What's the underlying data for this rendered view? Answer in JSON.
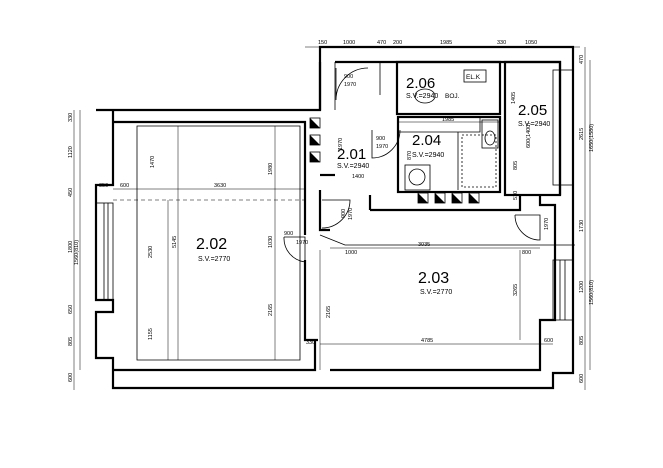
{
  "rooms": [
    {
      "id": "2.01",
      "label": "2.01",
      "height": "S.V.=2940"
    },
    {
      "id": "2.02",
      "label": "2.02",
      "height": "S.V.=2770"
    },
    {
      "id": "2.03",
      "label": "2.03",
      "height": "S.V.=2770"
    },
    {
      "id": "2.04",
      "label": "2.04",
      "height": "S.V.=2940"
    },
    {
      "id": "2.05",
      "label": "2.05",
      "height": "S.V.=2940"
    },
    {
      "id": "2.06",
      "label": "2.06",
      "height": "S.V.=2940"
    }
  ],
  "tags": {
    "elk": "EL.K",
    "boj": "BOJ."
  },
  "dims_top": [
    "150",
    "1000",
    "470",
    "200",
    "1985",
    "330",
    "1050"
  ],
  "dims_left": [
    "330",
    "1120",
    "450",
    "1800",
    "1560(810)",
    "650",
    "805",
    "600"
  ],
  "dims_right": [
    "470",
    "2615",
    "1650(1580)",
    "1730",
    "1200",
    "1560(810)",
    "805",
    "600"
  ],
  "dims_inner": {
    "d3630": "3630",
    "d350": "350",
    "d600a": "600",
    "d1470": "1470",
    "d1980": "1980",
    "d2530": "2530",
    "d5145": "5145",
    "d1030": "1030",
    "d1155": "1155",
    "d2165a": "2165",
    "d2165b": "2165",
    "d900a": "900",
    "d1970a": "1970",
    "d900b": "900",
    "d1970b": "1970",
    "d900c": "900",
    "d1970c": "1970",
    "d900d": "900",
    "d1970d": "1970",
    "d1400": "1400",
    "d1000": "1000",
    "d3035": "3035",
    "d800": "800",
    "d4785": "4785",
    "d330": "330",
    "d600b": "600",
    "d3265": "3265",
    "d1985": "1985",
    "d1405": "1405",
    "d600_1400": "600(1400)",
    "d1970e": "1970",
    "d870": "870",
    "d805": "805",
    "d510": "510",
    "d1970f": "1970"
  }
}
